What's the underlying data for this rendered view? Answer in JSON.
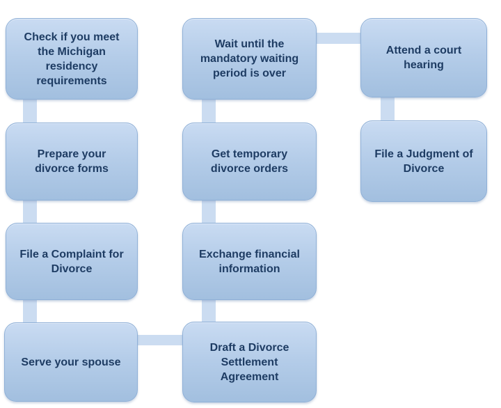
{
  "flowchart": {
    "colors": {
      "background": "#ffffff",
      "node_fill_top": "#c9dbf2",
      "node_fill_bottom": "#a2bfdf",
      "node_border": "#8fb0d7",
      "connector": "#cbdcf1",
      "text": "#1e3c63"
    },
    "nodes": [
      {
        "label": "Check if you meet\nthe Michigan\nresidency\nrequirements"
      },
      {
        "label": "Prepare your\ndivorce forms"
      },
      {
        "label": "File a Complaint for\nDivorce"
      },
      {
        "label": "Serve your spouse"
      },
      {
        "label": "Draft a Divorce\nSettlement\nAgreement"
      },
      {
        "label": "Exchange financial\ninformation"
      },
      {
        "label": "Get temporary\ndivorce orders"
      },
      {
        "label": "Wait until the\nmandatory waiting\nperiod is over"
      },
      {
        "label": "Attend a court\nhearing"
      },
      {
        "label": "File a Judgment of\nDivorce"
      }
    ]
  }
}
